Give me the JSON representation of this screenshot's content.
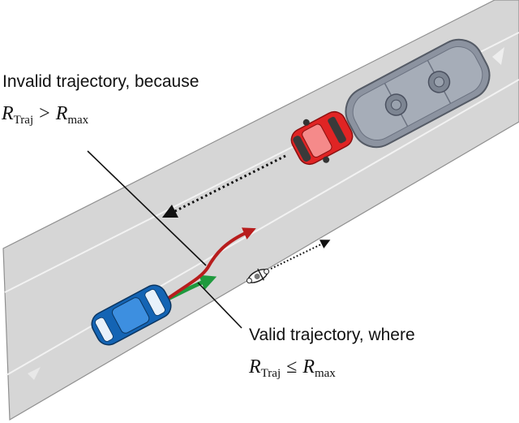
{
  "invalid": {
    "caption": "Invalid trajectory, because",
    "R": "R",
    "lhs_sub": "Traj",
    "op": ">",
    "rhs_sub": "max"
  },
  "valid": {
    "caption": "Valid trajectory, where",
    "R": "R",
    "lhs_sub": "Traj",
    "op": "≤",
    "rhs_sub": "max"
  },
  "colors": {
    "road": "#d6d6d6",
    "road_edge": "#8f8f8f",
    "lane_marking": "#f2f2f2",
    "invalid_trajectory": "#b81d1d",
    "valid_trajectory": "#1f9a3e",
    "ego_car": "#1464b4",
    "red_car": "#e02424",
    "tanker": "#8c93a0"
  },
  "icons": [
    "ego-car-icon",
    "oncoming-red-car-icon",
    "tanker-trailer-icon",
    "cyclist-icon",
    "lane-direction-arrow-icon"
  ]
}
